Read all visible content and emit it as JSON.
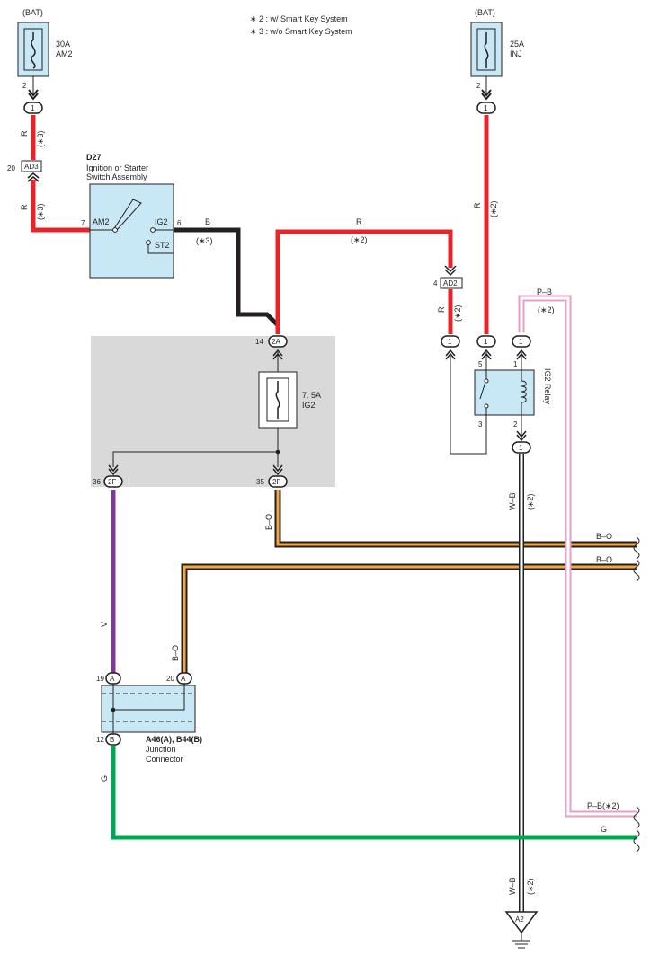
{
  "notes": {
    "n2": "∗ 2 : w/ Smart Key System",
    "n3": "∗ 3 : w/o Smart Key System"
  },
  "fuse_am2": {
    "source": "(BAT)",
    "rating": "30A",
    "name": "AM2",
    "pin": "2",
    "conn": "1"
  },
  "fuse_inj": {
    "source": "(BAT)",
    "rating": "25A",
    "name": "INJ",
    "pin": "2",
    "conn": "1"
  },
  "conn_ad3": {
    "name": "AD3",
    "pin": "20"
  },
  "conn_ad2": {
    "name": "AD2",
    "pin": "4"
  },
  "switch": {
    "code": "D27",
    "name1": "Ignition or Starter",
    "name2": "Switch Assembly",
    "am2": "AM2",
    "ig2": "IG2",
    "st2": "ST2",
    "pin_am2": "7",
    "pin_ig2": "6"
  },
  "jb": {
    "fuse_rating": "7. 5A",
    "fuse_name": "IG2",
    "conn_top": "2A",
    "pin_top": "14",
    "conn_left": "2F",
    "pin_left": "36",
    "conn_right": "2F",
    "pin_right": "35"
  },
  "relay": {
    "name": "IG2 Relay",
    "pin5": "5",
    "pin1": "1",
    "pin3": "3",
    "pin2": "2",
    "conn": "1"
  },
  "junction": {
    "name1": "A46(A), B44(B)",
    "name2": "Junction",
    "name3": "Connector",
    "pin19": "19",
    "pin20": "20",
    "pin12": "12",
    "connA": "A",
    "connB": "B"
  },
  "ground": {
    "name": "A2"
  },
  "wires": {
    "r": "R",
    "b": "B",
    "bo": "B–O",
    "v": "V",
    "g": "G",
    "wb": "W–B",
    "pb": "P–B",
    "pb2": "P–B(∗2)",
    "s2": "(∗2)",
    "s3": "(∗3)"
  },
  "colors": {
    "red": "#e8242a",
    "black": "#231f20",
    "purple": "#7a3a96",
    "green": "#00a651",
    "orange": "#f7a941",
    "pink": "#e4a0c8",
    "component": "#c9e8f5",
    "junction_block": "#d9d9da"
  }
}
